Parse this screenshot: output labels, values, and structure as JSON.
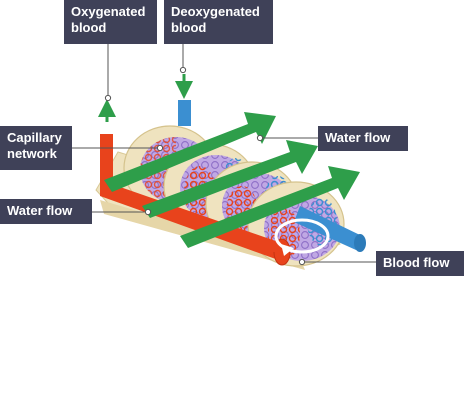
{
  "labels": {
    "oxygenated_line1": "Oxygenated",
    "oxygenated_line2": "blood",
    "deoxygenated_line1": "Deoxygenated",
    "deoxygenated_line2": "blood",
    "capillary_line1": "Capillary",
    "capillary_line2": "network",
    "water_flow_right": "Water flow",
    "water_flow_left": "Water flow",
    "blood_flow": "Blood flow"
  },
  "colors": {
    "label_bg": "#3f4158",
    "label_text": "#ffffff",
    "arrow_green": "#2e9e4a",
    "oxygenated_red": "#e8431c",
    "deoxygenated_blue": "#3b8fd1",
    "lamella_cream": "#efe3bf",
    "lamella_purple": "#b9a2de",
    "leader_line": "#555555"
  }
}
